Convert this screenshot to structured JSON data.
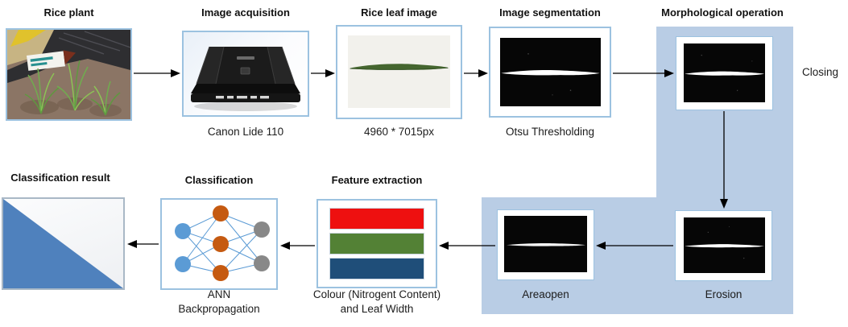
{
  "diagram": {
    "stages": {
      "rice_plant": {
        "title": "Rice plant"
      },
      "image_acquisition": {
        "title": "Image acquisition",
        "caption": "Canon Lide 110"
      },
      "rice_leaf_image": {
        "title": "Rice leaf image",
        "caption": "4960 * 7015px"
      },
      "image_segmentation": {
        "title": "Image segmentation",
        "caption": "Otsu Thresholding"
      },
      "morphological_operation": {
        "title": "Morphological operation",
        "closing_label": "Closing",
        "erosion_label": "Erosion",
        "areaopen_label": "Areaopen"
      },
      "feature_extraction": {
        "title": "Feature extraction",
        "caption_line1": "Colour (Nitrogent Content)",
        "caption_line2": "and Leaf Width"
      },
      "classification": {
        "title": "Classification",
        "caption_line1": "ANN",
        "caption_line2": "Backpropagation"
      },
      "classification_result": {
        "title": "Classification result"
      }
    },
    "colors": {
      "highlight_region": "#b9cde5",
      "box_border": "#9cc2e0",
      "result_triangle": "#4f81bd",
      "bar_red": "#ee1010",
      "bar_green": "#538135",
      "bar_blue": "#1f4e79",
      "node_blue": "#5b9bd5",
      "node_orange": "#c55a11",
      "node_gray": "#888888",
      "arrow": "#000000"
    }
  }
}
